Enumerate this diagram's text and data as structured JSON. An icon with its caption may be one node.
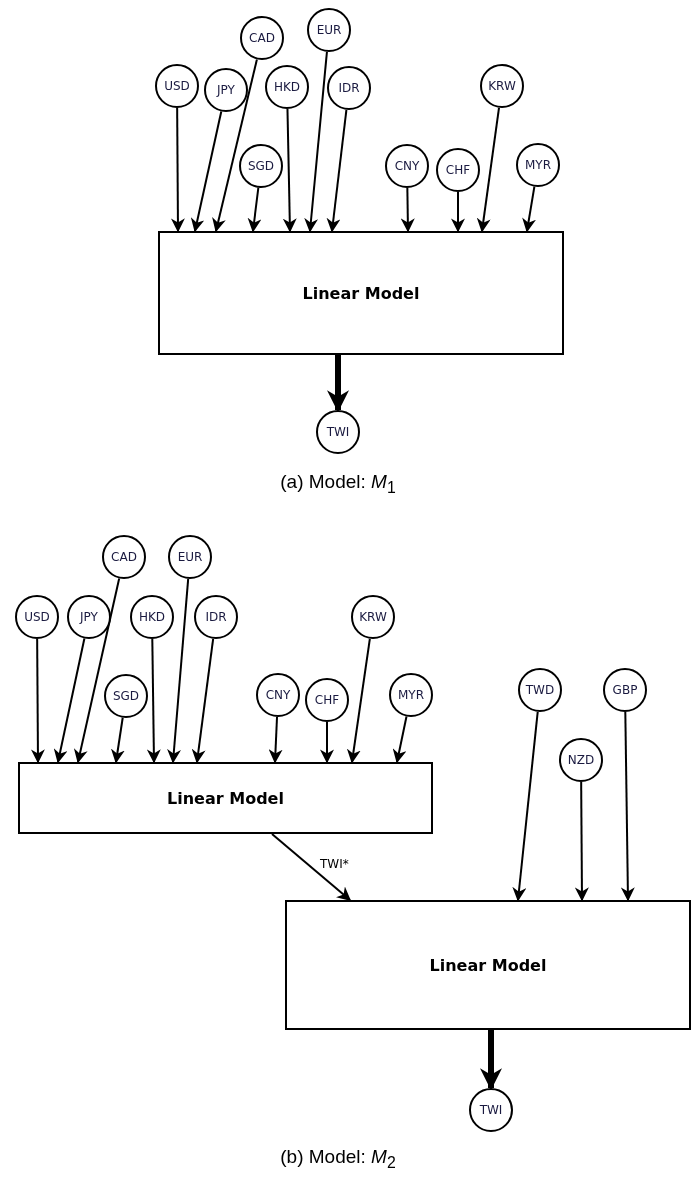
{
  "diagram": {
    "nodes": [
      {
        "text": [
          "USD"
        ]
      },
      {
        "text": [
          "JPY"
        ]
      },
      {
        "text": [
          "CAD"
        ]
      },
      {
        "text": [
          "SGD"
        ]
      },
      {
        "text": [
          "HKD"
        ]
      },
      {
        "text": [
          "EUR"
        ]
      },
      {
        "text": [
          "IDR"
        ]
      },
      {
        "text": [
          "CNY"
        ]
      },
      {
        "text": [
          "CHF"
        ]
      },
      {
        "text": [
          "KRW"
        ]
      },
      {
        "text": [
          "MYR"
        ]
      },
      {
        "text": [
          "Linear Model"
        ]
      },
      {
        "text": [
          "TWI"
        ]
      },
      {
        "text": [
          "USD"
        ]
      },
      {
        "text": [
          "JPY"
        ]
      },
      {
        "text": [
          "CAD"
        ]
      },
      {
        "text": [
          "SGD"
        ]
      },
      {
        "text": [
          "HKD"
        ]
      },
      {
        "text": [
          "EUR"
        ]
      },
      {
        "text": [
          "IDR"
        ]
      },
      {
        "text": [
          "CNY"
        ]
      },
      {
        "text": [
          "CHF"
        ]
      },
      {
        "text": [
          "KRW"
        ]
      },
      {
        "text": [
          "MYR"
        ]
      },
      {
        "text": [
          "Linear Model"
        ]
      },
      {
        "text": [
          "TWD"
        ]
      },
      {
        "text": [
          "NZD"
        ]
      },
      {
        "text": [
          "GBP"
        ]
      },
      {
        "text": [
          "Linear Model"
        ]
      },
      {
        "text": [
          "TWI"
        ]
      }
    ],
    "edges": [
      {
        "from": 0,
        "to": 11,
        "arrow": "to"
      },
      {
        "from": 1,
        "to": 11,
        "arrow": "to"
      },
      {
        "from": 2,
        "to": 11,
        "arrow": "to"
      },
      {
        "from": 3,
        "to": 11,
        "arrow": "to"
      },
      {
        "from": 4,
        "to": 11,
        "arrow": "to"
      },
      {
        "from": 5,
        "to": 11,
        "arrow": "to"
      },
      {
        "from": 6,
        "to": 11,
        "arrow": "to"
      },
      {
        "from": 7,
        "to": 11,
        "arrow": "to"
      },
      {
        "from": 8,
        "to": 11,
        "arrow": "to"
      },
      {
        "from": 9,
        "to": 11,
        "arrow": "to"
      },
      {
        "from": 10,
        "to": 11,
        "arrow": "to"
      },
      {
        "from": 11,
        "to": 12,
        "arrow": "to",
        "style": "thick"
      },
      {
        "from": 13,
        "to": 24,
        "arrow": "to"
      },
      {
        "from": 14,
        "to": 24,
        "arrow": "to"
      },
      {
        "from": 15,
        "to": 24,
        "arrow": "to"
      },
      {
        "from": 16,
        "to": 24,
        "arrow": "to"
      },
      {
        "from": 17,
        "to": 24,
        "arrow": "to"
      },
      {
        "from": 18,
        "to": 24,
        "arrow": "to"
      },
      {
        "from": 19,
        "to": 24,
        "arrow": "to"
      },
      {
        "from": 20,
        "to": 24,
        "arrow": "to"
      },
      {
        "from": 21,
        "to": 24,
        "arrow": "to"
      },
      {
        "from": 22,
        "to": 24,
        "arrow": "to"
      },
      {
        "from": 23,
        "to": 24,
        "arrow": "to"
      },
      {
        "from": 24,
        "to": 28,
        "arrow": "to",
        "label": "TWI*"
      },
      {
        "from": 25,
        "to": 28,
        "arrow": "to"
      },
      {
        "from": 26,
        "to": 28,
        "arrow": "to"
      },
      {
        "from": 27,
        "to": 28,
        "arrow": "to"
      },
      {
        "from": 28,
        "to": 29,
        "arrow": "to",
        "style": "thick"
      }
    ],
    "labels": [
      "(a) Model: *M*$_{1}$",
      "(b) Model: *M*$_{2}$"
    ]
  }
}
